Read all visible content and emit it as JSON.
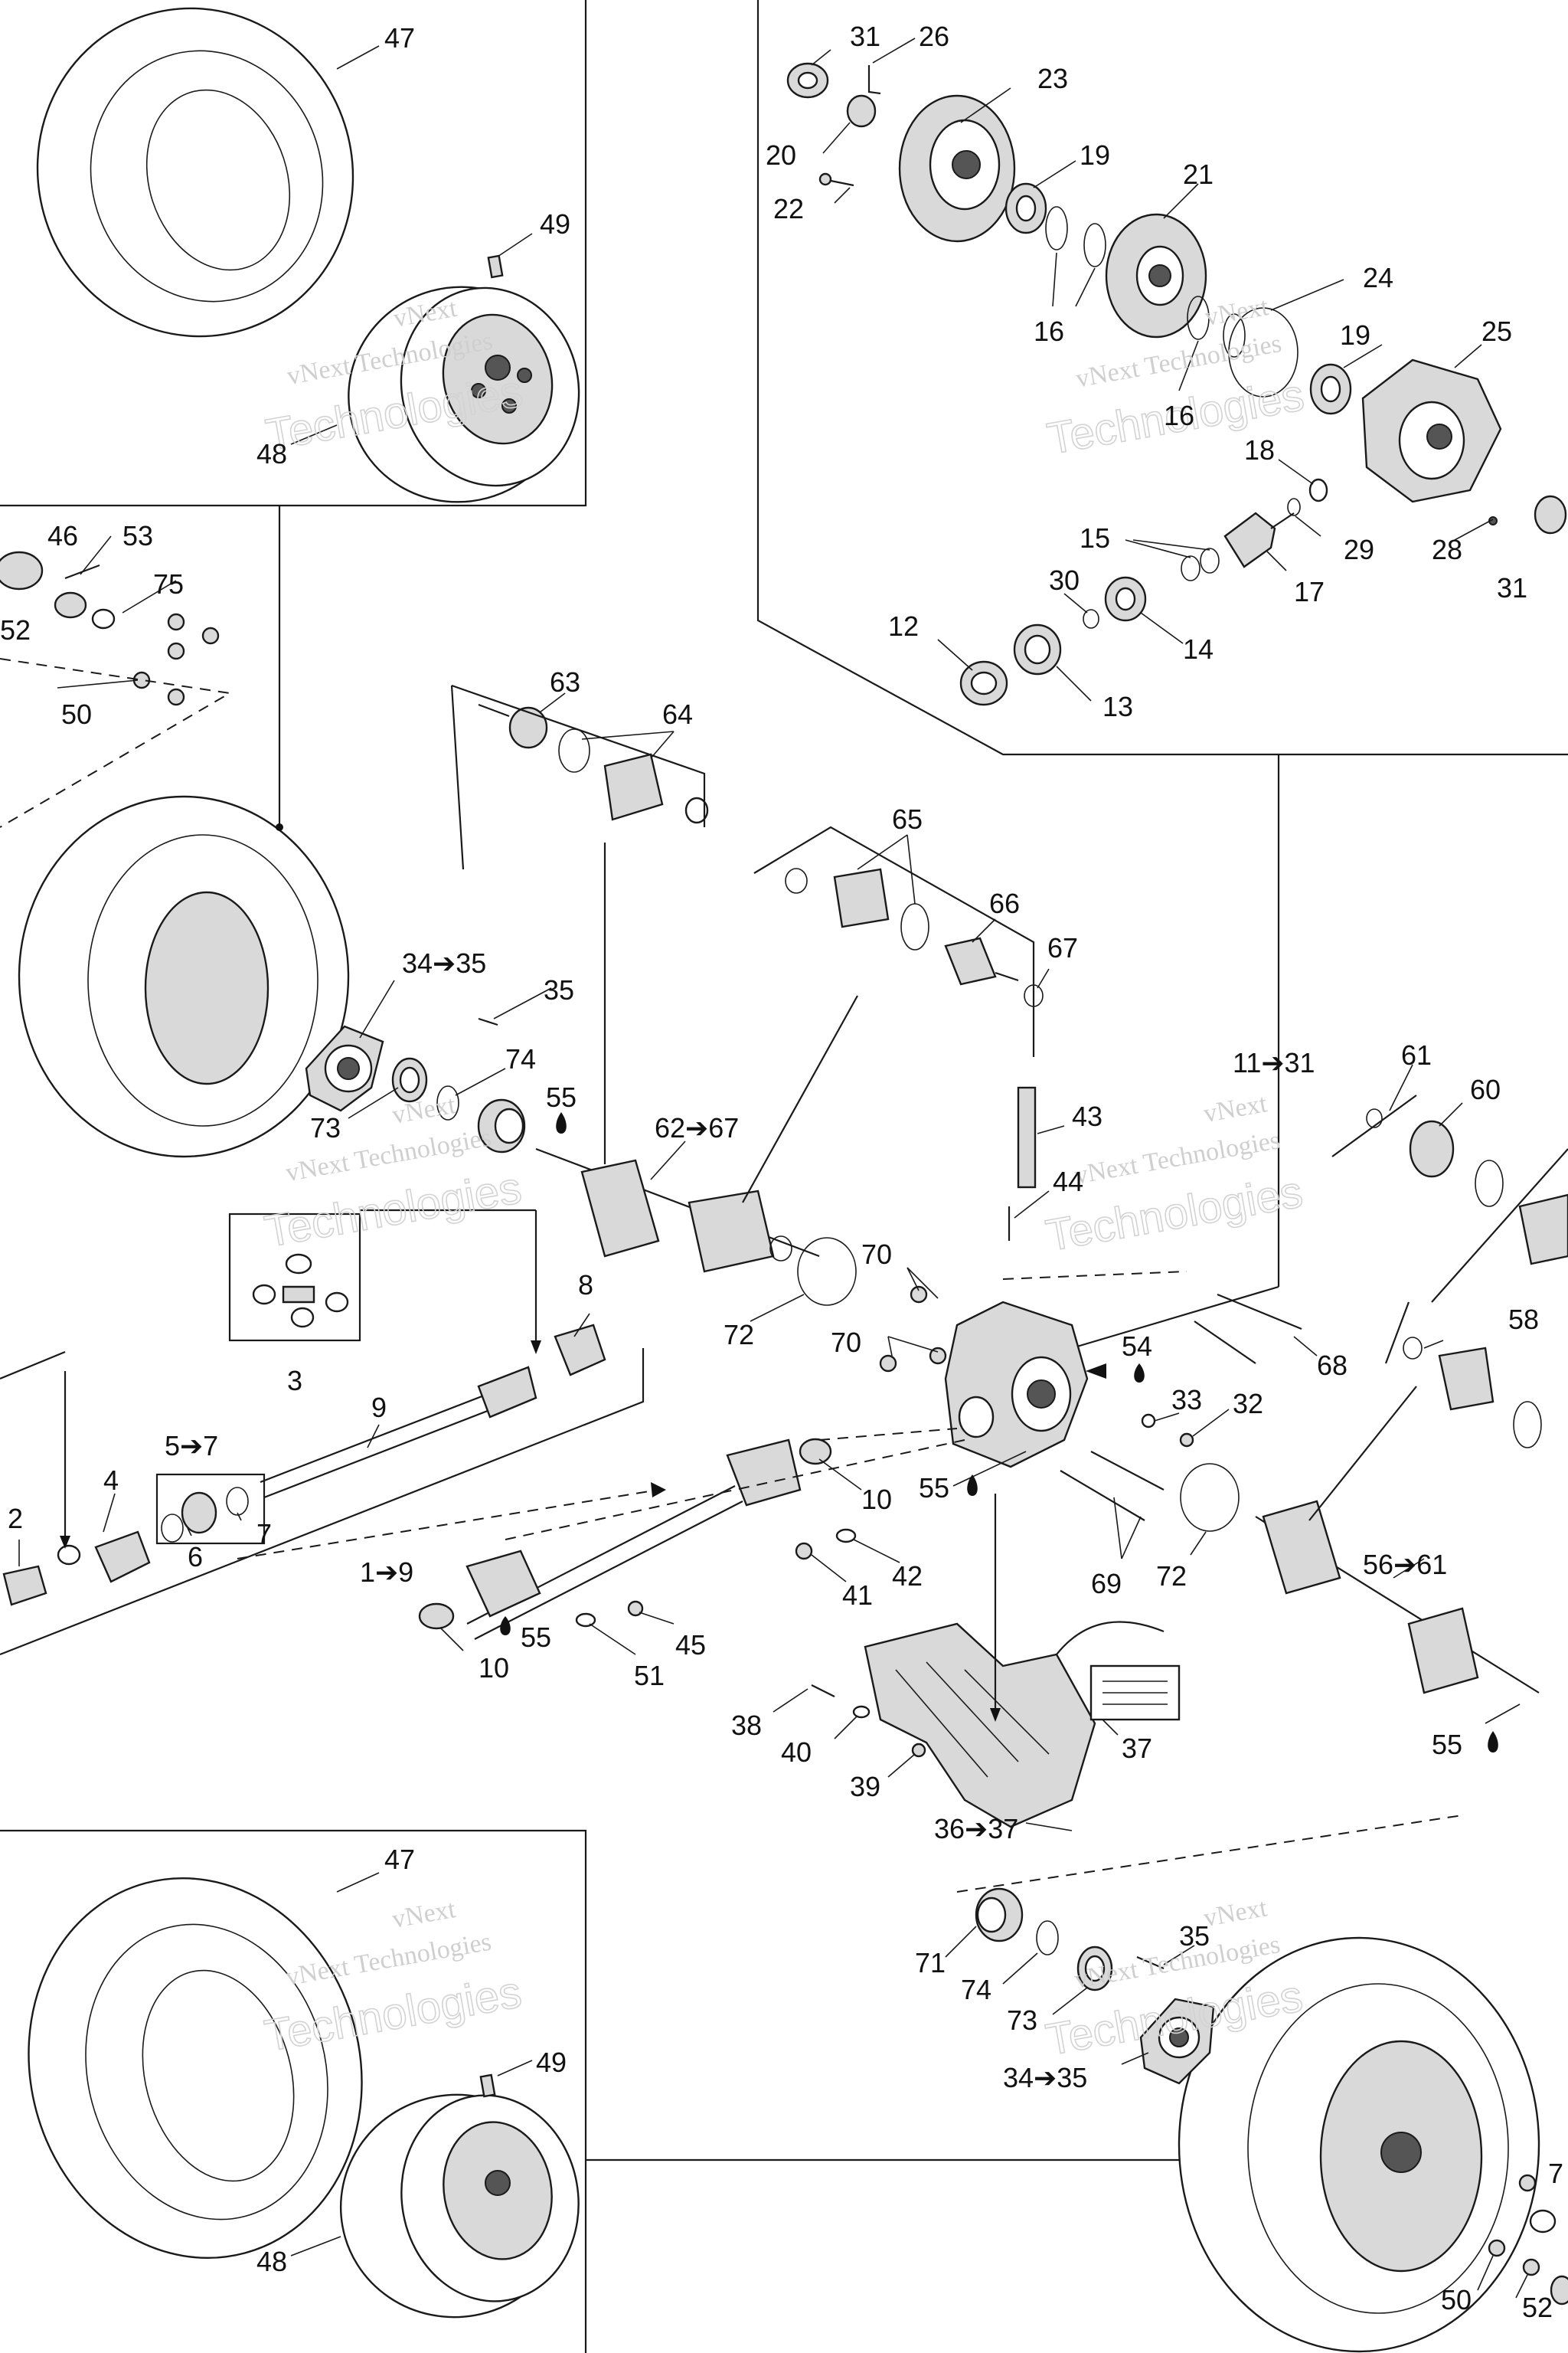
{
  "diagram": {
    "watermark": {
      "line1": "vNext",
      "line2": "vNext Technologies",
      "line3": "Technologies"
    },
    "labels": {
      "p47a": "47",
      "p49a": "49",
      "p48a": "48",
      "p46": "46",
      "p53": "53",
      "p52a": "52",
      "p75": "75",
      "p50a": "50",
      "p31a": "31",
      "p26": "26",
      "p23": "23",
      "p20": "20",
      "p22": "22",
      "p19a": "19",
      "p21": "21",
      "p16a": "16",
      "p24": "24",
      "p19b": "19",
      "p25": "25",
      "p16b": "16",
      "p18": "18",
      "p15": "15",
      "p29": "29",
      "p28": "28",
      "p31b": "31",
      "p17": "17",
      "p30": "30",
      "p14": "14",
      "p12": "12",
      "p13": "13",
      "p63": "63",
      "p64": "64",
      "p65": "65",
      "p66": "66",
      "p67": "67",
      "p34a": "34➔35",
      "p35a": "35",
      "p74a": "74",
      "p73a": "73",
      "p55a": "55",
      "p62": "62➔67",
      "p43": "43",
      "p44": "44",
      "p11": "11➔31",
      "p61": "61",
      "p60": "60",
      "p8": "8",
      "p3": "3",
      "p9": "9",
      "p5": "5➔7",
      "p2": "2",
      "p4": "4",
      "p6": "6",
      "p7": "7",
      "p1": "1➔9",
      "p70a": "70",
      "p70b": "70",
      "p72a": "72",
      "p54": "54",
      "p33": "33",
      "p32": "32",
      "p68": "68",
      "p58": "58",
      "p10a": "10",
      "p55b": "55",
      "p42": "42",
      "p41": "41",
      "p69": "69",
      "p72b": "72",
      "p56": "56➔61",
      "p10b": "10",
      "p55c": "55",
      "p51": "51",
      "p45": "45",
      "p38": "38",
      "p40": "40",
      "p39": "39",
      "p37": "37",
      "p36": "36➔37",
      "p55d": "55",
      "p47b": "47",
      "p49b": "49",
      "p48b": "48",
      "p35b": "35",
      "p71": "71",
      "p74b": "74",
      "p73b": "73",
      "p34b": "34➔35",
      "p50b": "50",
      "p52b": "52",
      "p7b": "7"
    }
  }
}
